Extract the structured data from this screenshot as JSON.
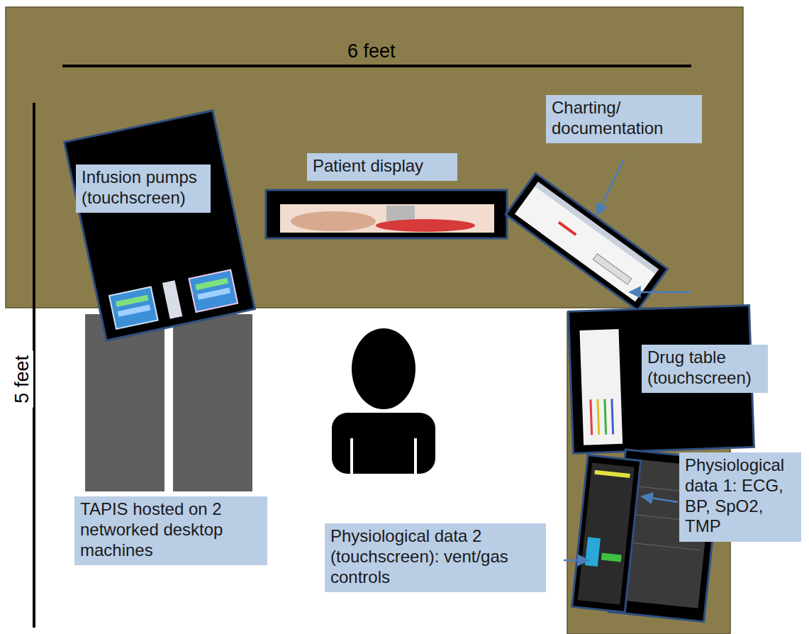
{
  "diagram": {
    "nodes": [
      {
        "text": [
          "Infusion pumps (touchscreen)"
        ]
      },
      {
        "text": [
          "Patient display"
        ]
      },
      {
        "text": [
          "Charting/ documentation"
        ]
      },
      {
        "text": [
          "Drug table (touchscreen)"
        ]
      },
      {
        "text": [
          "Physiological data 1: ECG, BP, SpO2, TMP"
        ]
      },
      {
        "text": [
          "TAPIS hosted on 2 networked desktop machines"
        ]
      },
      {
        "text": [
          "Physiological data 2 (touchscreen): vent/gas controls"
        ]
      }
    ],
    "labels": [
      "6 feet",
      "5 feet"
    ]
  }
}
